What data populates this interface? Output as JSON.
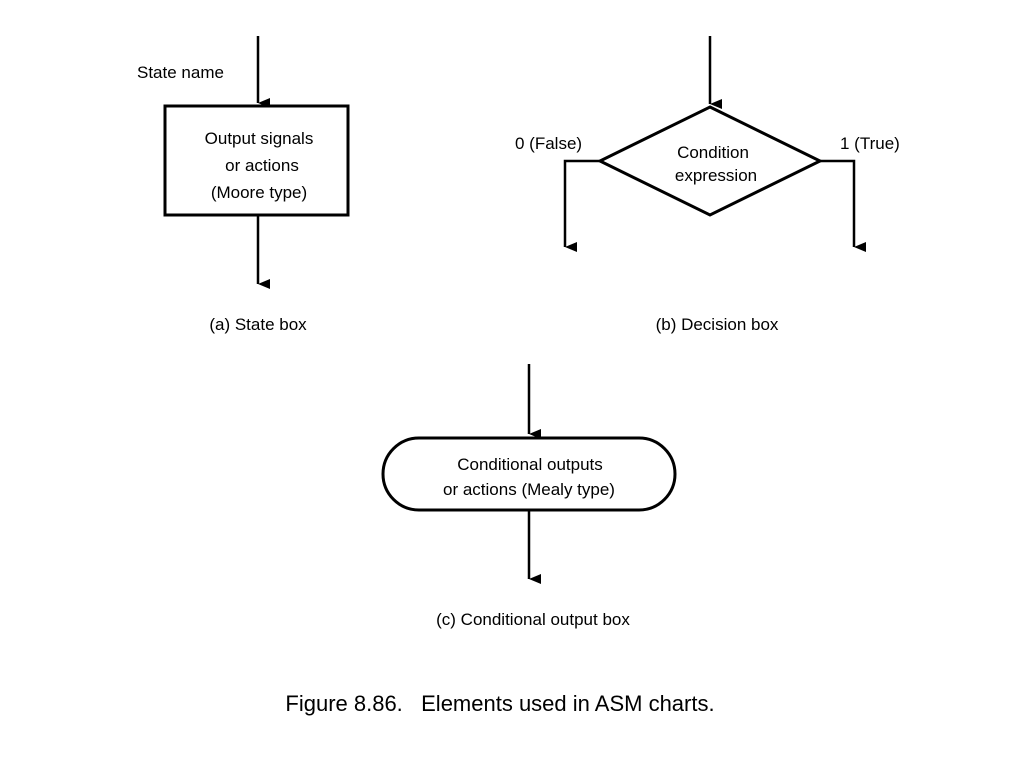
{
  "state_box": {
    "state_name_label": "State name",
    "lines": [
      "Output signals",
      "or actions",
      "(Moore type)"
    ],
    "caption": "(a) State box"
  },
  "decision_box": {
    "false_label": "0 (False)",
    "true_label": "1 (True)",
    "lines": [
      "Condition",
      "expression"
    ],
    "caption": "(b) Decision box"
  },
  "conditional_output_box": {
    "lines": [
      "Conditional outputs",
      "or actions (Mealy type)"
    ],
    "caption": "(c) Conditional output box"
  },
  "figure_caption": "Figure 8.86.   Elements used in ASM charts."
}
